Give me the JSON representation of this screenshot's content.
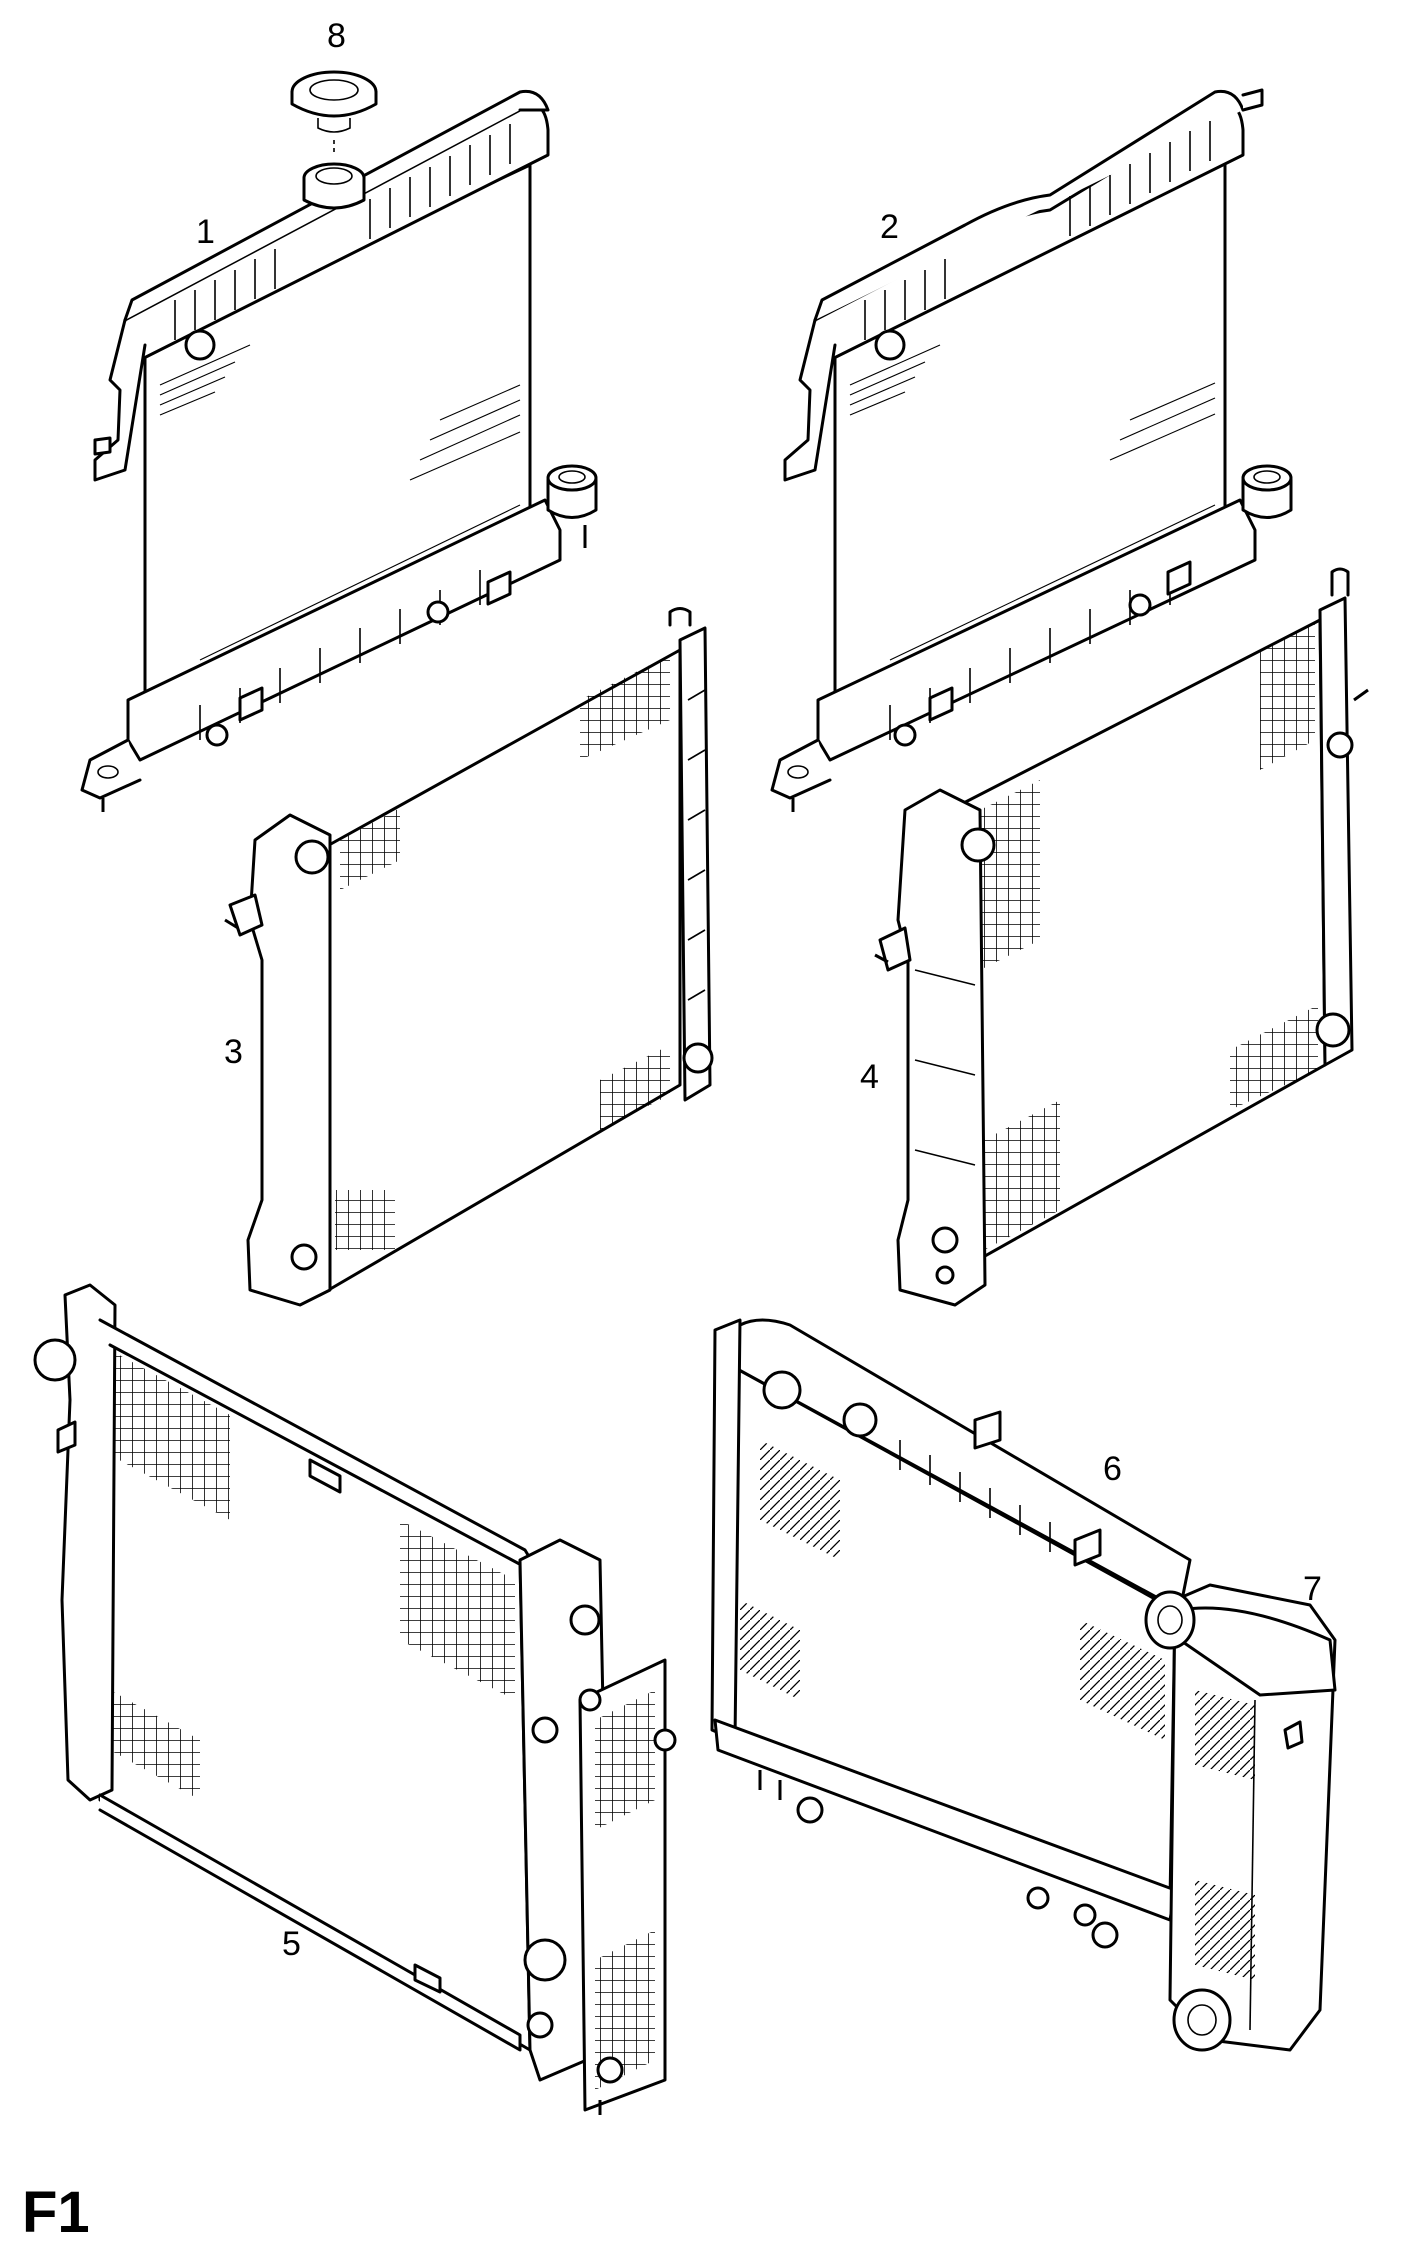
{
  "callouts": {
    "c1": "1",
    "c2": "2",
    "c3": "3",
    "c4": "4",
    "c5": "5",
    "c6": "6",
    "c7": "7",
    "c8": "8"
  },
  "plate_label": "F1",
  "colors": {
    "ink": "#000000",
    "paper": "#ffffff"
  }
}
